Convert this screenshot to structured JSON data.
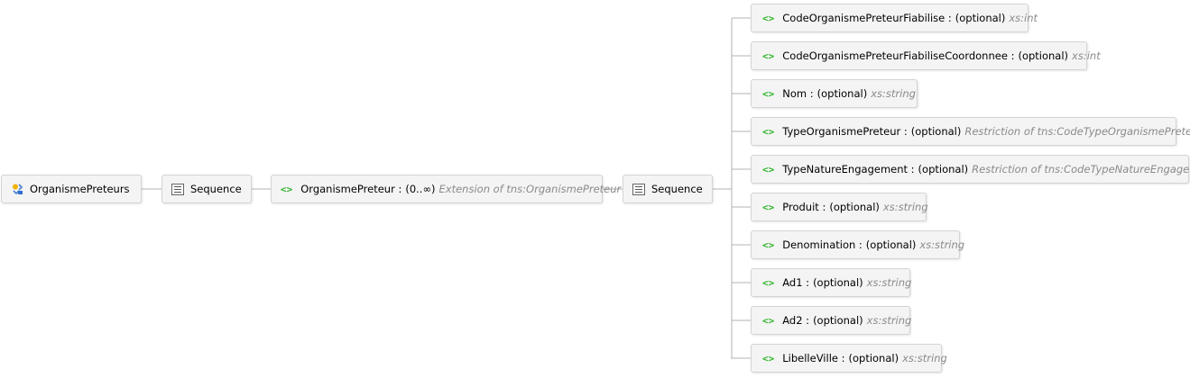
{
  "colors": {
    "element_icon": "#2fb42a",
    "type_text": "#8a8a8a",
    "connector": "#b3b3b3"
  },
  "root": {
    "label": "OrganismePreteurs",
    "icon": "complex-type-icon"
  },
  "sequence1": {
    "label": "Sequence",
    "icon": "sequence-icon"
  },
  "element": {
    "icon_text": "<>",
    "label": "OrganismePreteur :",
    "cardinality": "(0..∞)",
    "type": "Extension of tns:OrganismePreteur"
  },
  "sequence2": {
    "label": "Sequence",
    "icon": "sequence-icon"
  },
  "children": [
    {
      "icon_text": "<>",
      "label": "CodeOrganismePreteurFiabilise :",
      "cardinality": "(optional)",
      "type": "xs:int"
    },
    {
      "icon_text": "<>",
      "label": "CodeOrganismePreteurFiabiliseCoordonnee :",
      "cardinality": "(optional)",
      "type": "xs:int"
    },
    {
      "icon_text": "<>",
      "label": "Nom :",
      "cardinality": "(optional)",
      "type": "xs:string"
    },
    {
      "icon_text": "<>",
      "label": "TypeOrganismePreteur :",
      "cardinality": "(optional)",
      "type": "Restriction of tns:CodeTypeOrganismePreteur"
    },
    {
      "icon_text": "<>",
      "label": "TypeNatureEngagement :",
      "cardinality": "(optional)",
      "type": "Restriction of tns:CodeTypeNatureEngagement"
    },
    {
      "icon_text": "<>",
      "label": "Produit :",
      "cardinality": "(optional)",
      "type": "xs:string"
    },
    {
      "icon_text": "<>",
      "label": "Denomination :",
      "cardinality": "(optional)",
      "type": "xs:string"
    },
    {
      "icon_text": "<>",
      "label": "Ad1 :",
      "cardinality": "(optional)",
      "type": "xs:string"
    },
    {
      "icon_text": "<>",
      "label": "Ad2 :",
      "cardinality": "(optional)",
      "type": "xs:string"
    },
    {
      "icon_text": "<>",
      "label": "LibelleVille :",
      "cardinality": "(optional)",
      "type": "xs:string"
    }
  ]
}
